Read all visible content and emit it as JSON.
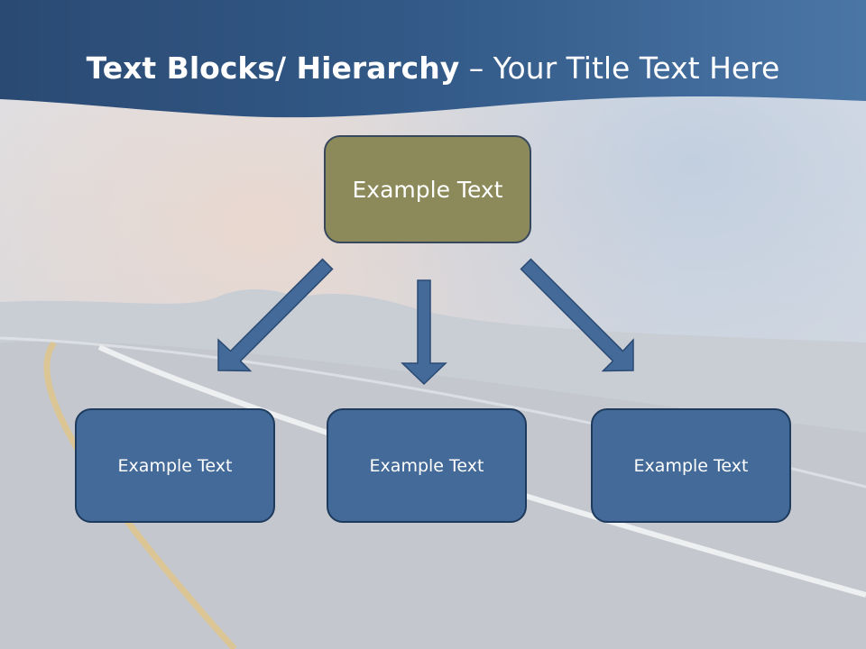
{
  "title": {
    "bold_part": "Text Blocks/ Hierarchy",
    "separator": " – ",
    "normal_part": "Your Title Text Here"
  },
  "diagram": {
    "top_node": "Example Text",
    "children": [
      "Example Text",
      "Example Text",
      "Example Text"
    ]
  },
  "colors": {
    "header_band": "#335a88",
    "top_node_fill": "#8c8a5a",
    "child_node_fill": "#436a98",
    "arrow_fill": "#436a98"
  }
}
